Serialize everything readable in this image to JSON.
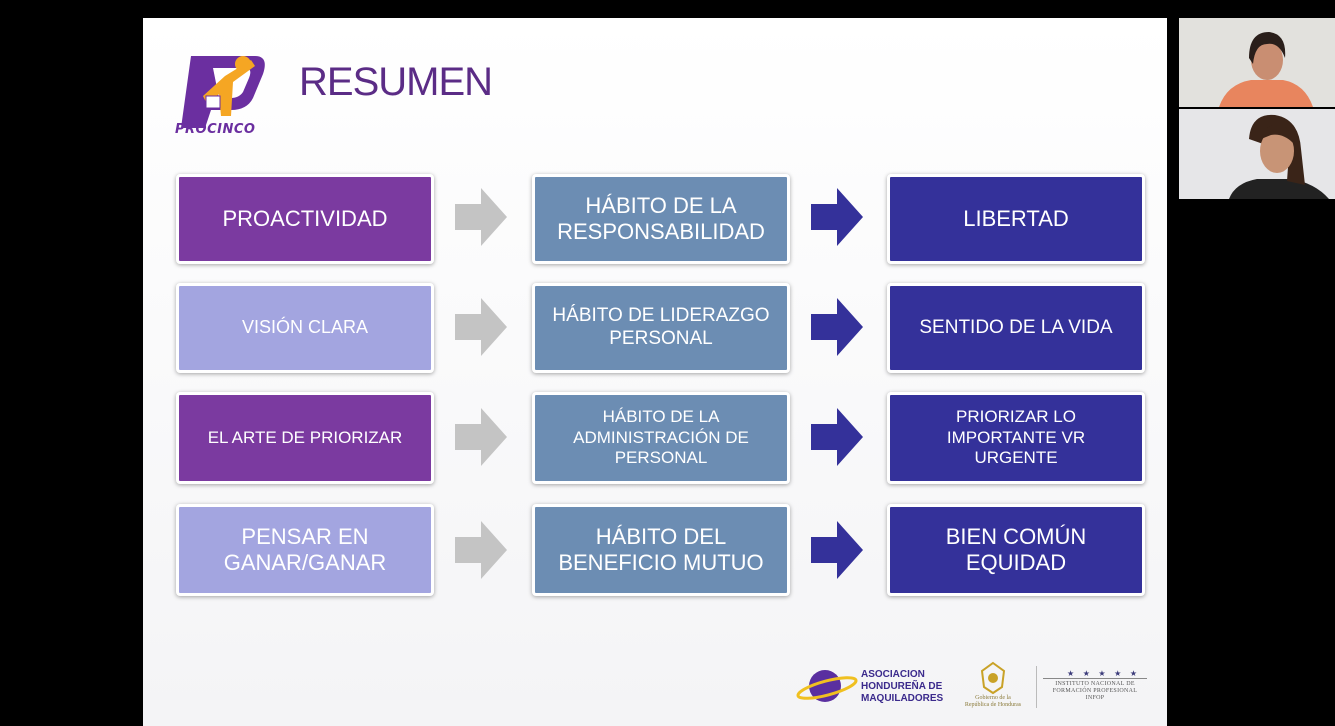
{
  "slide": {
    "title": "RESUMEN",
    "logo_text": "PROCINCO",
    "rows": [
      {
        "col1": "PROACTIVIDAD",
        "col2": "HÁBITO DE LA RESPONSABILIDAD",
        "col3": "LIBERTAD"
      },
      {
        "col1": "VISIÓN CLARA",
        "col2": "HÁBITO DE LIDERAZGO PERSONAL",
        "col3": "SENTIDO DE LA VIDA"
      },
      {
        "col1": "EL ARTE DE PRIORIZAR",
        "col2": "HÁBITO DE LA ADMINISTRACIÓN DE PERSONAL",
        "col3": "PRIORIZAR LO IMPORTANTE VR URGENTE"
      },
      {
        "col1": "PENSAR EN GANAR/GANAR",
        "col2": "HÁBITO DEL BENEFICIO MUTUO",
        "col3": "BIEN COMÚN EQUIDAD"
      }
    ],
    "footer": {
      "asoc_line1": "ASOCIACION",
      "asoc_line2": "HONDUREÑA DE",
      "asoc_line3": "MAQUILADORES",
      "gob_line1": "Gobierno de la",
      "gob_line2": "República de Honduras",
      "infop_stars": "★ ★ ★ ★ ★",
      "infop_line1": "INSTITUTO NACIONAL DE",
      "infop_line2": "FORMACIÓN PROFESIONAL",
      "infop_line3": "INFOP"
    }
  },
  "colors": {
    "purple": "#7b3aa0",
    "lilac": "#a3a5e0",
    "steel": "#6c8db3",
    "navy": "#34319a",
    "title": "#5b2c86",
    "gray_arrow": "#c4c4c4"
  },
  "participants": [
    {
      "name": "participant-video-1"
    },
    {
      "name": "participant-video-2"
    }
  ]
}
